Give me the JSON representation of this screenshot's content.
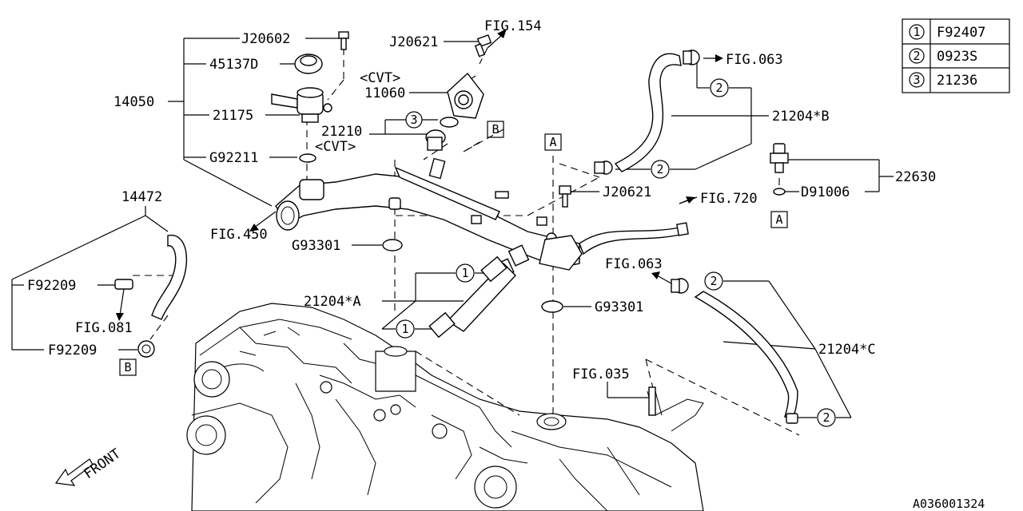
{
  "legend": [
    {
      "num": "1",
      "code": "F92407"
    },
    {
      "num": "2",
      "code": "0923S"
    },
    {
      "num": "3",
      "code": "21236"
    }
  ],
  "labels": {
    "j20602": "J20602",
    "p45137d": "45137D",
    "p14050": "14050",
    "p21175": "21175",
    "g92211": "G92211",
    "j20621_top": "J20621",
    "fig154": "FIG.154",
    "cvt_top": "<CVT>",
    "p11060": "11060",
    "p21210": "21210",
    "cvt_mid": "<CVT>",
    "fig063_top": "FIG.063",
    "p21204b": "21204*B",
    "j20621_mid": "J20621",
    "p22630": "22630",
    "d91006": "D91006",
    "fig720": "FIG.720",
    "fig450": "FIG.450",
    "g93301_left": "G93301",
    "p14472": "14472",
    "f92209_a": "F92209",
    "f92209_b": "F92209",
    "fig081": "FIG.081",
    "p21204a": "21204*A",
    "g93301_right": "G93301",
    "fig063_mid": "FIG.063",
    "p21204c": "21204*C",
    "fig035": "FIG.035",
    "front": "FRONT",
    "diagram_id": "A036001324"
  },
  "callouts": {
    "c1a": "1",
    "c1b": "1",
    "c2a": "2",
    "c2b": "2",
    "c2c": "2",
    "c2d": "2",
    "c3": "3"
  },
  "refs": {
    "ref_a1": "A",
    "ref_a2": "A",
    "ref_b1": "B",
    "ref_b2": "B"
  }
}
